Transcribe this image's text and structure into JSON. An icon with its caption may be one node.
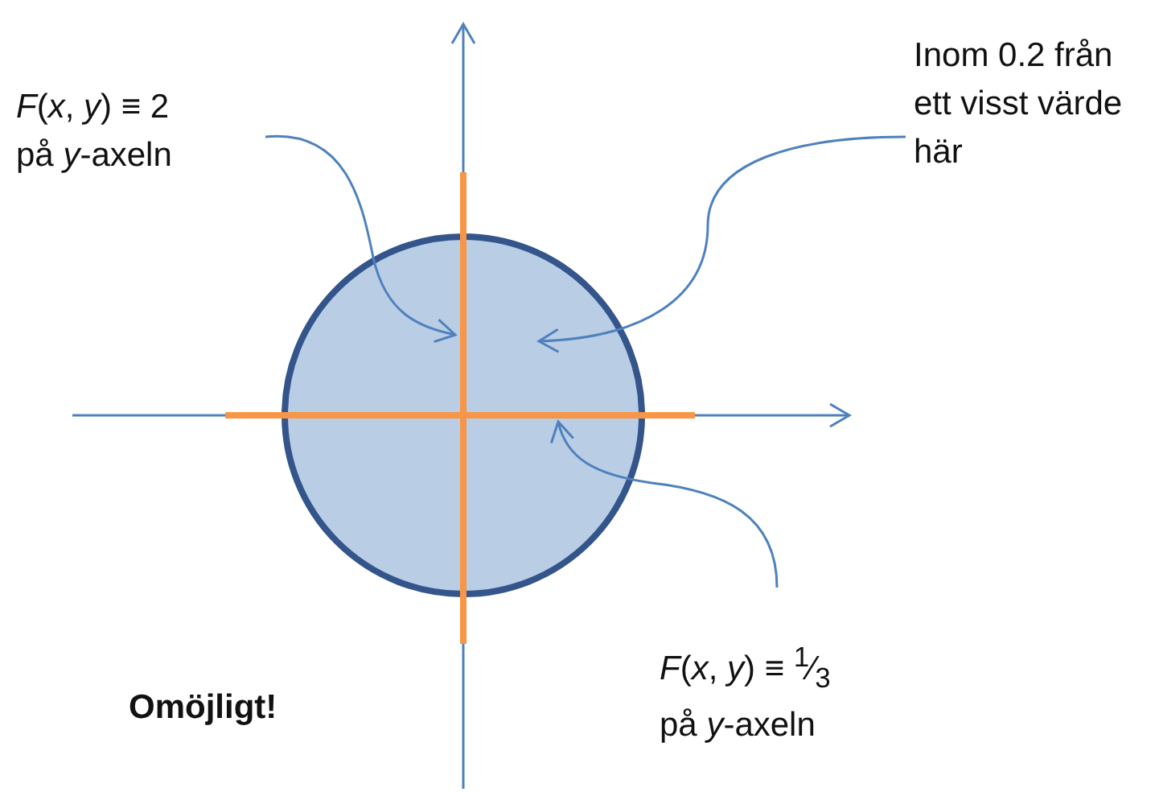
{
  "diagram": {
    "nodes": [
      {
        "text": [
          "*F*(*x*, *y*) ≡ 2",
          "på *y*-axeln"
        ]
      },
      {
        "text": [
          "Inom 0.2 från ett visst värde här"
        ]
      },
      {
        "text": [
          "*F*(*x*, *y*) ≡ $^{1}$⁄$_{3}$",
          "på *y*-axeln"
        ]
      },
      {
        "text": [],
        "shape": "circle"
      },
      {
        "text": [],
        "shape": "bar"
      },
      {
        "text": [],
        "shape": "bar"
      }
    ],
    "edges": [
      {
        "from": 0,
        "to": 4,
        "arrow": "to"
      },
      {
        "from": 1,
        "to": 3,
        "arrow": "to"
      },
      {
        "from": 2,
        "to": 5,
        "arrow": "to"
      }
    ],
    "labels": [
      "Omöjligt!"
    ]
  }
}
